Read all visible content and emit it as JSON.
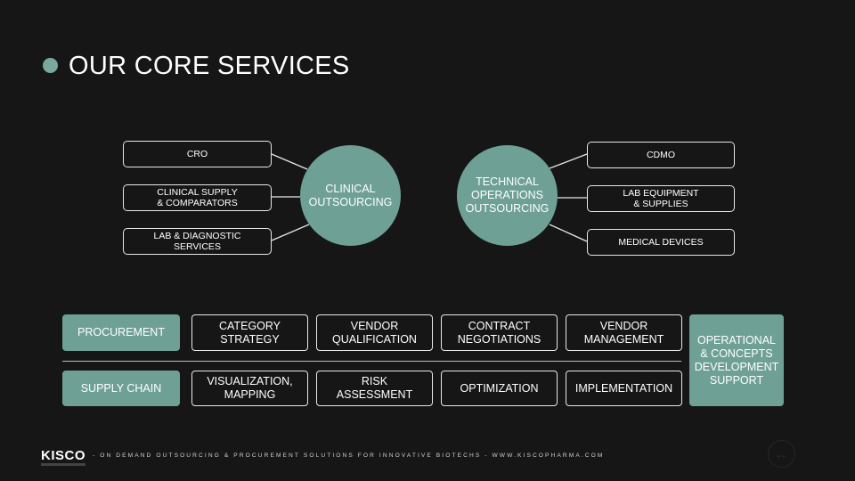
{
  "title": "OUR CORE SERVICES",
  "clinical": {
    "hub": "CLINICAL\nOUTSOURCING",
    "items": [
      "CRO",
      "CLINICAL SUPPLY\n& COMPARATORS",
      "LAB & DIAGNOSTIC\nSERVICES"
    ]
  },
  "technical": {
    "hub": "TECHNICAL\nOPERATIONS\nOUTSOURCING",
    "items": [
      "CDMO",
      "LAB EQUIPMENT\n& SUPPLIES",
      "MEDICAL DEVICES"
    ]
  },
  "procurement": {
    "label": "PROCUREMENT",
    "items": [
      "CATEGORY\nSTRATEGY",
      "VENDOR\nQUALIFICATION",
      "CONTRACT\nNEGOTIATIONS",
      "VENDOR\nMANAGEMENT"
    ]
  },
  "supply_chain": {
    "label": "SUPPLY CHAIN",
    "items": [
      "VISUALIZATION,\nMAPPING",
      "RISK\nASSESSMENT",
      "OPTIMIZATION",
      "IMPLEMENTATION"
    ]
  },
  "side_box": "OPERATIONAL\n& CONCEPTS\nDEVELOPMENT\nSUPPORT",
  "footer": {
    "logo": "KISCO",
    "tagline": "- ON DEMAND OUTSOURCING & PROCUREMENT SOLUTIONS FOR INNOVATIVE BIOTECHS - WWW.KISCOPHARMA.COM",
    "nav_icon": "arrow-left-icon"
  },
  "colors": {
    "background": "#171616",
    "accent": "#6ea096",
    "dot": "#7aa89f"
  }
}
